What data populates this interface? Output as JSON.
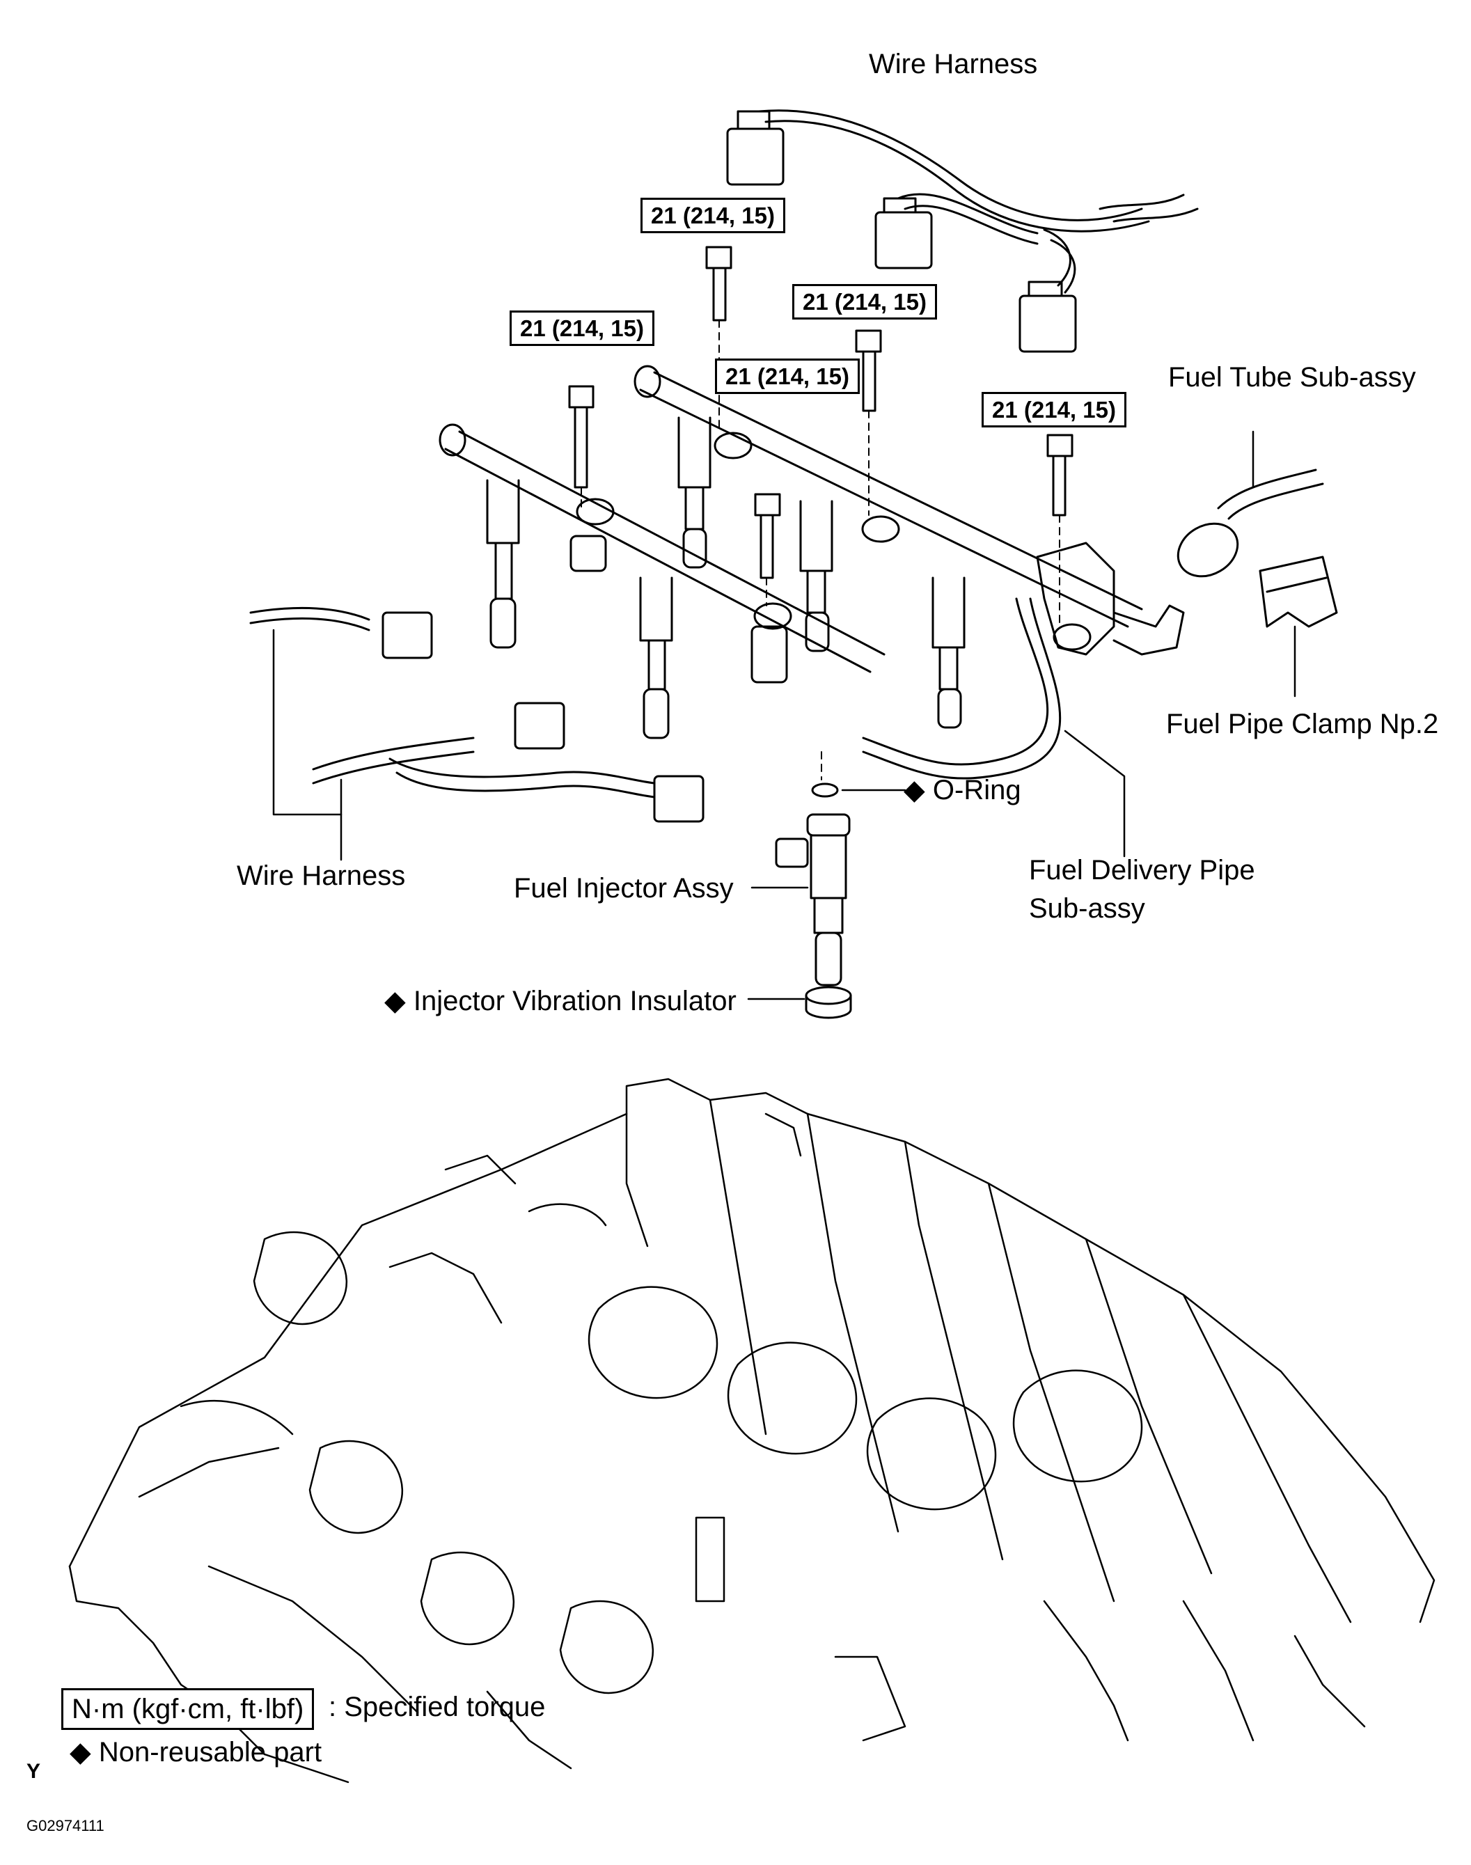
{
  "labels": {
    "wire_harness_top": "Wire Harness",
    "wire_harness_left": "Wire Harness",
    "fuel_tube": "Fuel Tube  Sub-assy",
    "fuel_pipe_clamp": "Fuel Pipe Clamp Np.2",
    "o_ring": "O-Ring",
    "fuel_delivery_line1": "Fuel Delivery Pipe",
    "fuel_delivery_line2": "Sub-assy",
    "fuel_injector": "Fuel Injector Assy",
    "insulator": "Injector Vibration Insulator"
  },
  "torque_labels": [
    "21 (214, 15)",
    "21 (214, 15)",
    "21 (214, 15)",
    "21 (214, 15)",
    "21 (214, 15)"
  ],
  "diamond": "◆",
  "legend": {
    "unit_box": "N·m (kgf·cm, ft·lbf)",
    "unit_desc": ": Specified torque",
    "nonreusable": "Non-reusable part"
  },
  "corner": {
    "letter": "Y",
    "figure_id": "G02974111"
  }
}
